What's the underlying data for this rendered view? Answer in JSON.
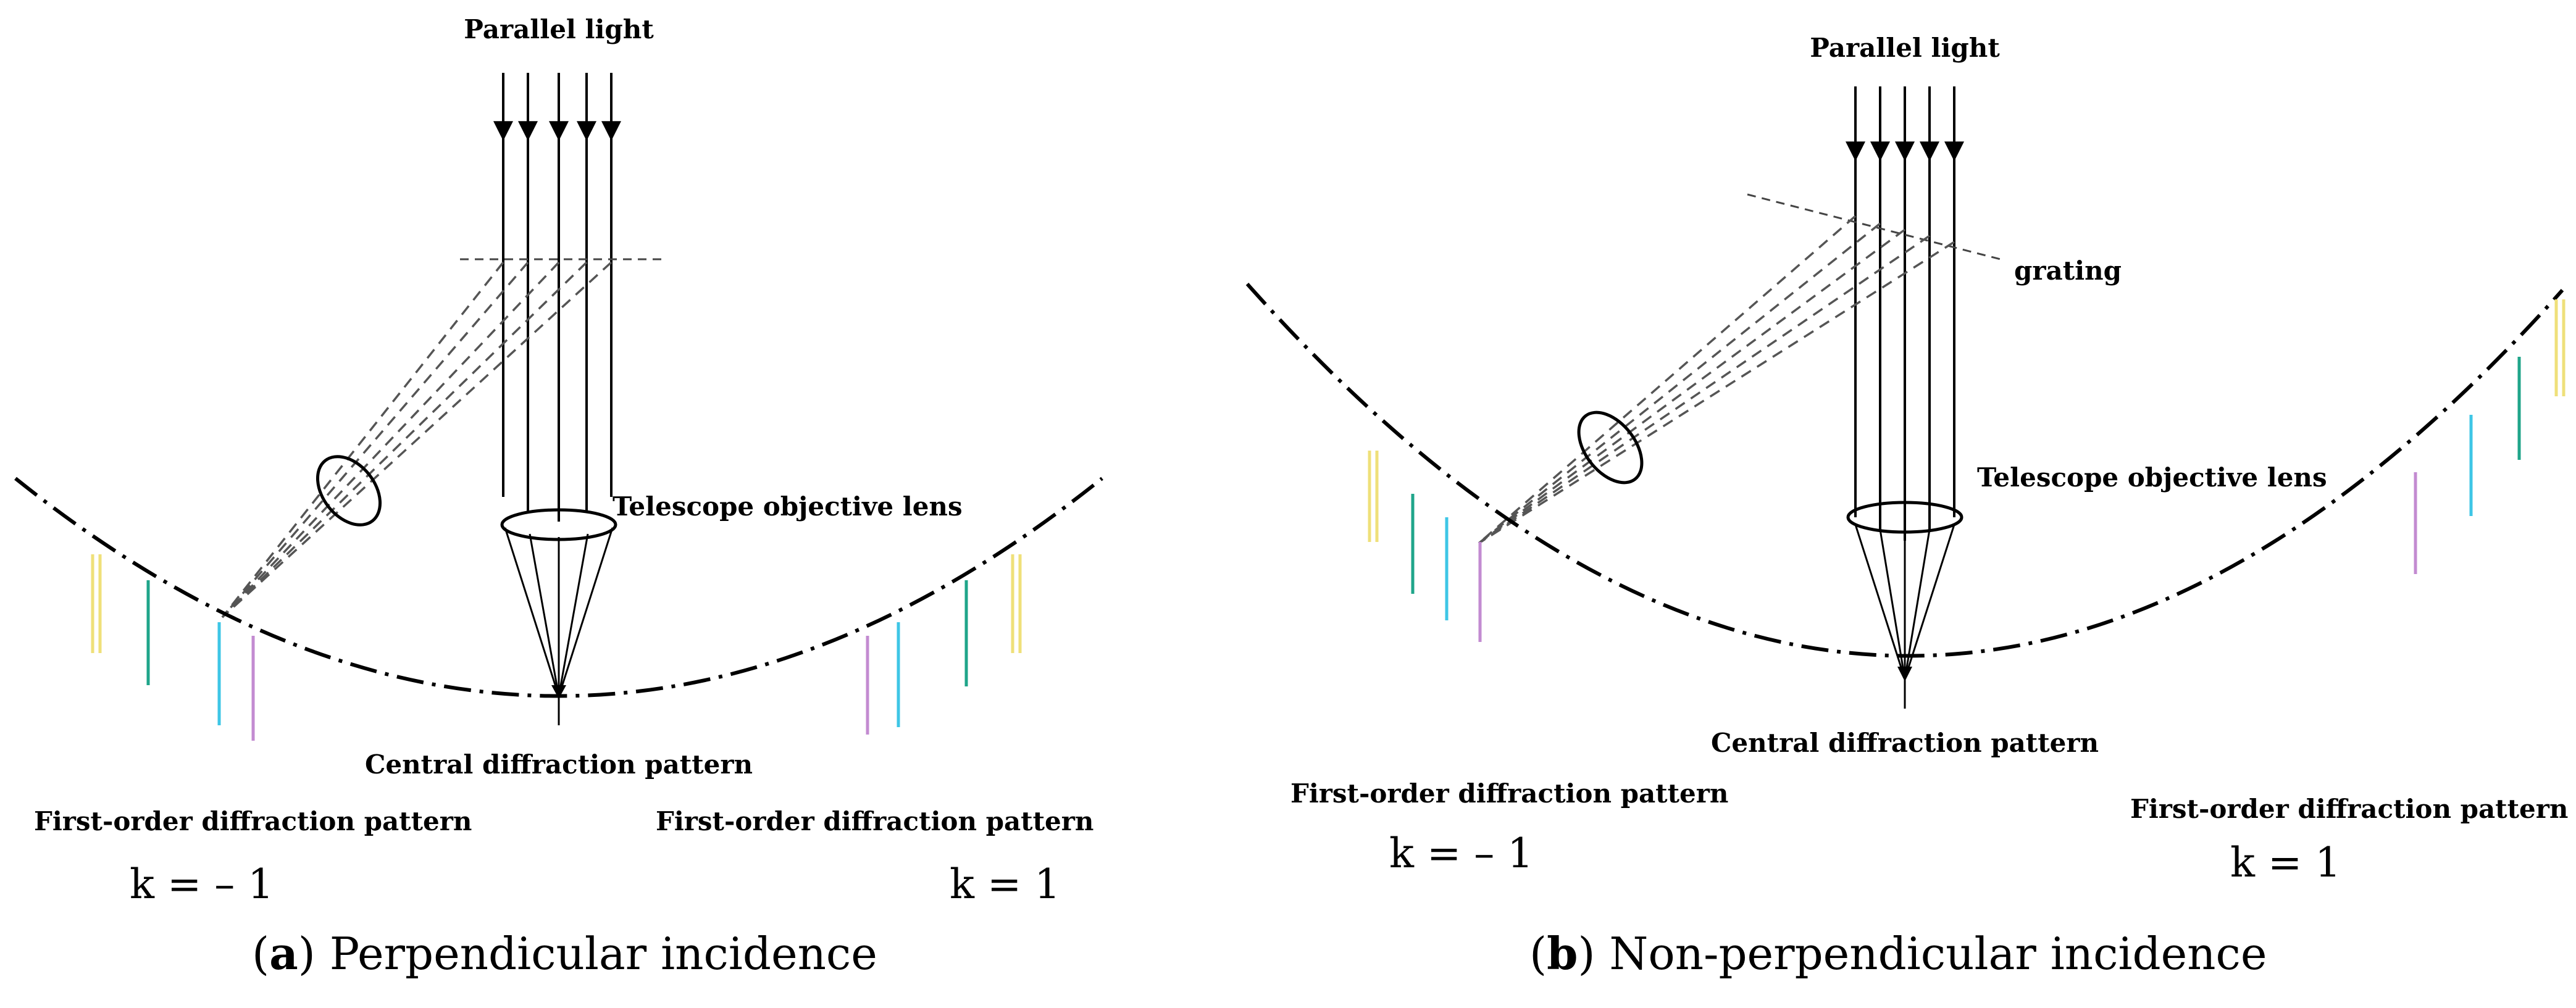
{
  "panels": [
    {
      "id": "a",
      "caption_letter": "a",
      "caption_text": "Perpendicular incidence",
      "labels": {
        "parallel_light": "Parallel light",
        "lens": "Telescope objective lens",
        "central": "Central diffraction pattern",
        "first_left": "First-order diffraction pattern",
        "first_right": "First-order diffraction pattern",
        "k_left": "k = – 1",
        "k_right": "k = 1"
      }
    },
    {
      "id": "b",
      "caption_letter": "b",
      "caption_text": "Non-perpendicular incidence",
      "labels": {
        "parallel_light": "Parallel light",
        "grating": "grating",
        "lens": "Telescope objective lens",
        "central": "Central diffraction pattern",
        "first_left": "First-order diffraction pattern",
        "first_right": "First-order diffraction pattern",
        "k_left": "k = – 1",
        "k_right": "k = 1"
      }
    }
  ],
  "colors": {
    "line": "#000000",
    "dashed_ray": "#555555",
    "spectrum_yellow": "#efe07a",
    "spectrum_green": "#1fa58a",
    "spectrum_cyan": "#3ec6e6",
    "spectrum_violet": "#c38bd1"
  },
  "icons": [
    "arrow-down-icon"
  ]
}
